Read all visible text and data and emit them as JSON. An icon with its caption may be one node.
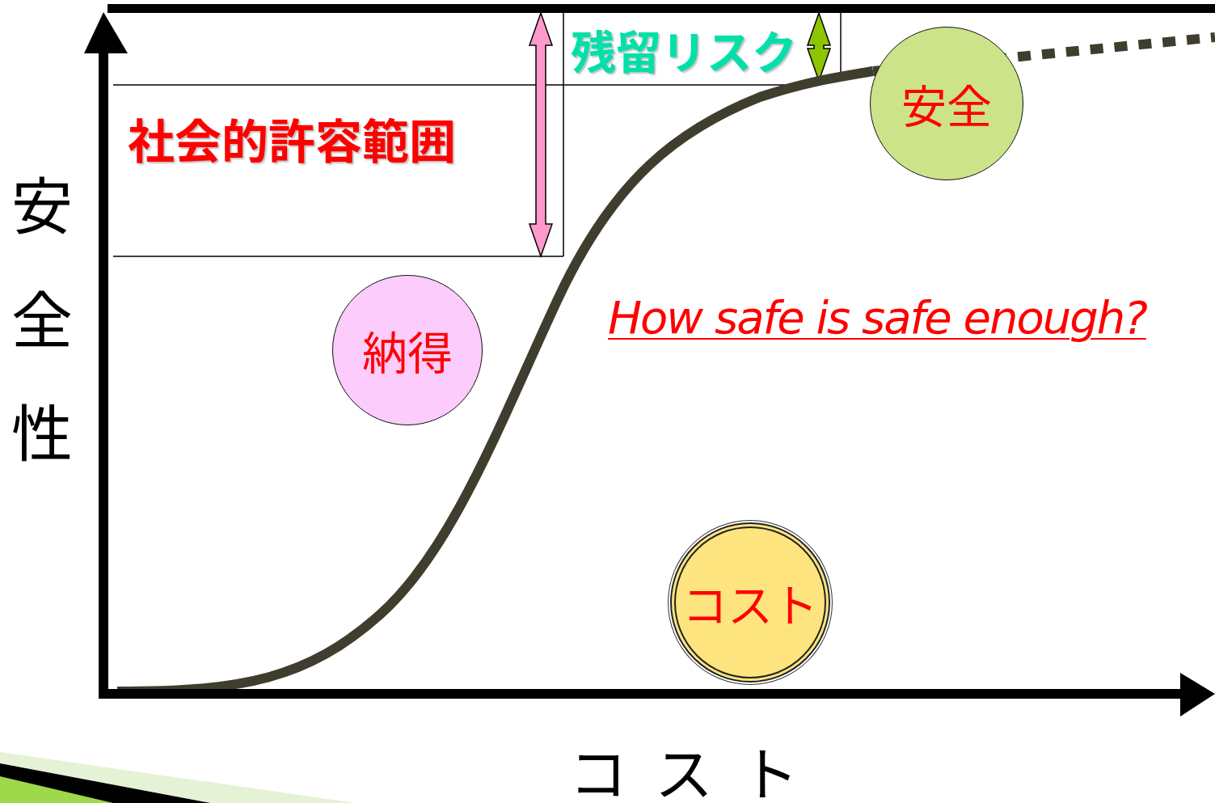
{
  "diagram": {
    "nodes": [
      {
        "text": [
          "安全"
        ]
      },
      {
        "text": [
          "納得"
        ]
      },
      {
        "text": [
          "コスト"
        ]
      }
    ],
    "labels": [
      "残留リスク",
      "社会的許容範囲",
      "安全性",
      "How safe is safe enough?",
      "コスト"
    ]
  }
}
